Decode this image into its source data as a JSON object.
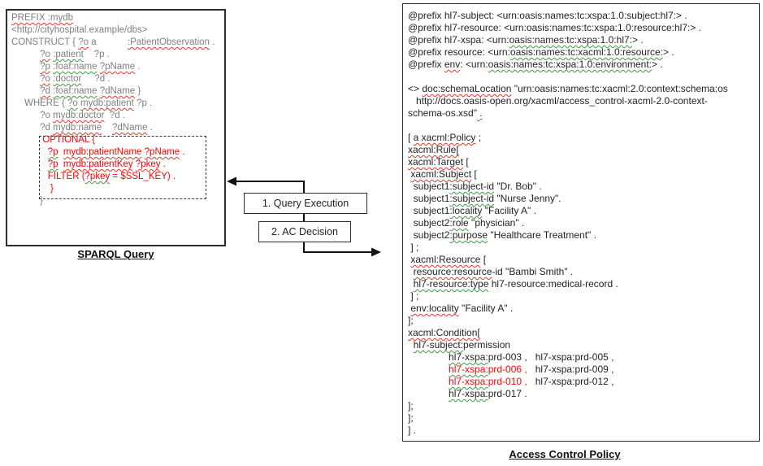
{
  "colors": {
    "code_gray": "#7f7f7f",
    "text_black": "#1f1f1f",
    "highlight_red": "#ff0000",
    "squiggle_red": "#dd3a2a",
    "squiggle_green": "#3f9b3f"
  },
  "left_panel": {
    "title": "SPARQL Query",
    "lines": [
      [
        {
          "t": "PREFIX :mydb",
          "s": "sr"
        }
      ],
      [
        {
          "t": "<http://cityhospital.example/dbs>"
        }
      ],
      [
        {
          "t": "CONSTRUCT { "
        },
        {
          "t": "?o",
          "s": "sr"
        },
        {
          "t": " a            "
        },
        {
          "t": ":PatientObservation",
          "s": "sr"
        },
        {
          "t": " ."
        }
      ],
      [
        {
          "t": "           "
        },
        {
          "t": "?o",
          "s": "sr"
        },
        {
          "t": " "
        },
        {
          "t": ":patient",
          "s": "sg"
        },
        {
          "t": "    ?p ."
        }
      ],
      [
        {
          "t": "           "
        },
        {
          "t": "?p",
          "s": "sr"
        },
        {
          "t": " "
        },
        {
          "t": ":foaf:name",
          "s": "sg"
        },
        {
          "t": " "
        },
        {
          "t": "?pName",
          "s": "sr"
        },
        {
          "t": " ."
        }
      ],
      [
        {
          "t": "           "
        },
        {
          "t": "?o",
          "s": "sr"
        },
        {
          "t": " "
        },
        {
          "t": ":doctor",
          "s": "sg"
        },
        {
          "t": "     ?d ."
        }
      ],
      [
        {
          "t": "           "
        },
        {
          "t": "?d",
          "s": "sr"
        },
        {
          "t": " "
        },
        {
          "t": ":foaf:name",
          "s": "sg"
        },
        {
          "t": " "
        },
        {
          "t": "?dName",
          "s": "sr"
        },
        {
          "t": " }"
        }
      ],
      [
        {
          "t": "     WHERE { "
        },
        {
          "t": "?o",
          "s": "sg"
        },
        {
          "t": " "
        },
        {
          "t": "mydb:patient",
          "s": "sr"
        },
        {
          "t": " ?p ."
        }
      ],
      [
        {
          "t": "           ?o "
        },
        {
          "t": "mydb:doctor",
          "s": "sr"
        },
        {
          "t": "  ?d ."
        }
      ],
      [
        {
          "t": "           ?d "
        },
        {
          "t": "mydb:name",
          "s": "sr"
        },
        {
          "t": "    "
        },
        {
          "t": "?dName",
          "s": "sr"
        },
        {
          "t": " ."
        }
      ],
      [
        {
          "t": "            "
        },
        {
          "t": "OPTIONAL {",
          "s": "red"
        }
      ],
      [
        {
          "t": "              "
        },
        {
          "t": "?p",
          "s": "red sg"
        },
        {
          "t": "  ",
          "s": "red"
        },
        {
          "t": "mydb:patientName",
          "s": "red sr"
        },
        {
          "t": " ",
          "s": "red"
        },
        {
          "t": "?pName",
          "s": "red sr"
        },
        {
          "t": " .",
          "s": "red"
        }
      ],
      [
        {
          "t": "              "
        },
        {
          "t": "?p",
          "s": "red sg"
        },
        {
          "t": "  ",
          "s": "red"
        },
        {
          "t": "mydb:patientKey",
          "s": "red sr"
        },
        {
          "t": " ",
          "s": "red"
        },
        {
          "t": "?pkey",
          "s": "red sr"
        },
        {
          "t": " .",
          "s": "red"
        }
      ],
      [
        {
          "t": "              "
        },
        {
          "t": "FILTER (",
          "s": "red"
        },
        {
          "t": "?pkey",
          "s": "red sg"
        },
        {
          "t": " = $SSL_KEY) .",
          "s": "red"
        }
      ],
      [
        {
          "t": "               "
        },
        {
          "t": "}",
          "s": "red"
        }
      ],
      [
        {
          "t": "           }"
        }
      ]
    ]
  },
  "flow": {
    "step1": "1. Query Execution",
    "step2": "2. AC Decision"
  },
  "right_panel": {
    "title": "Access Control Policy",
    "lines": [
      [
        {
          "t": "@prefix hl7-subject: <urn:oasis:names:tc:xspa:1.0:subject:hl7:> ."
        }
      ],
      [
        {
          "t": "@prefix hl7-resource: <urn:oasis:names:tc:xspa:1.0:resource:hl7:> ."
        }
      ],
      [
        {
          "t": "@prefix hl7-xspa: <urn:"
        },
        {
          "t": "oasis:names:tc:xspa:1.0:hl7:",
          "s": "sg"
        },
        {
          "t": "> ."
        }
      ],
      [
        {
          "t": "@prefix resource: <urn:"
        },
        {
          "t": "oasis:names:tc:xacml:1.0:resource:",
          "s": "sg"
        },
        {
          "t": "> ."
        }
      ],
      [
        {
          "t": "@prefix "
        },
        {
          "t": "env",
          "s": "sr"
        },
        {
          "t": ": <urn:"
        },
        {
          "t": "oasis:names:tc:xspa:1.0:environment:",
          "s": "sg"
        },
        {
          "t": "> ."
        }
      ],
      [],
      [
        {
          "t": "<> "
        },
        {
          "t": "doc:schemaLocation",
          "s": "sr"
        },
        {
          "t": " \"urn:oasis:names:tc:xacml:2.0:context:schema:os"
        }
      ],
      [
        {
          "t": "   http://docs.oasis-open.org/xacml/access_control-xacml-2.0-context-"
        }
      ],
      [
        {
          "t": "schema-os.xsd\""
        },
        {
          "t": " .",
          "s": "sg"
        }
      ],
      [],
      [
        {
          "t": "[ "
        },
        {
          "t": "a xacml:Policy",
          "s": "sr"
        },
        {
          "t": " ;"
        }
      ],
      [
        {
          "t": "xacml:Rule[",
          "s": "sr"
        }
      ],
      [
        {
          "t": "xacml:Target",
          "s": "sr"
        },
        {
          "t": " ["
        }
      ],
      [
        {
          "t": " "
        },
        {
          "t": "xacml:Subject",
          "s": "sr"
        },
        {
          "t": " ["
        }
      ],
      [
        {
          "t": "  subject1"
        },
        {
          "t": ":subject-id",
          "s": "sg"
        },
        {
          "t": " \"Dr. Bob\" ."
        }
      ],
      [
        {
          "t": "  subject1"
        },
        {
          "t": ":subject-id",
          "s": "sg"
        },
        {
          "t": " \"Nurse Jenny\"."
        }
      ],
      [
        {
          "t": "  subject1"
        },
        {
          "t": ":locality",
          "s": "sg"
        },
        {
          "t": " \"Facility A\" ."
        }
      ],
      [
        {
          "t": "  subject2"
        },
        {
          "t": ":role",
          "s": "sg"
        },
        {
          "t": " \"physician\" ."
        }
      ],
      [
        {
          "t": "  subject2"
        },
        {
          "t": ":purpose",
          "s": "sg"
        },
        {
          "t": " \"Healthcare Treatment\" ."
        }
      ],
      [
        {
          "t": " ] ;"
        }
      ],
      [
        {
          "t": " "
        },
        {
          "t": "xacml:Resource",
          "s": "sr"
        },
        {
          "t": " ["
        }
      ],
      [
        {
          "t": "  "
        },
        {
          "t": "resource:resource",
          "s": "sr"
        },
        {
          "t": "-id \"Bambi Smith\" ."
        }
      ],
      [
        {
          "t": "  "
        },
        {
          "t": "hl7-resource:type",
          "s": "sg"
        },
        {
          "t": " hl7-resource:medical-record ."
        }
      ],
      [
        {
          "t": " ] ;"
        }
      ],
      [
        {
          "t": " "
        },
        {
          "t": "env:locality",
          "s": "sr"
        },
        {
          "t": " \"Facility A\" ."
        }
      ],
      [
        {
          "t": "];"
        }
      ],
      [
        {
          "t": "xacml:Condition[",
          "s": "sr"
        }
      ],
      [
        {
          "t": "  "
        },
        {
          "t": "hl7-subject:",
          "s": "sg"
        },
        {
          "t": "permission"
        }
      ],
      [
        {
          "t": "               "
        },
        {
          "t": "hl7-xspa:",
          "s": "sg"
        },
        {
          "t": "prd-003 ,   hl7-xspa:prd-005 ,"
        }
      ],
      [
        {
          "t": "               "
        },
        {
          "t": "hl7-xspa:",
          "s": "red sg"
        },
        {
          "t": "prd-006 ,",
          "s": "red"
        },
        {
          "t": "   hl7-xspa:prd-009 ,"
        }
      ],
      [
        {
          "t": "               "
        },
        {
          "t": "hl7-xspa:",
          "s": "red sg"
        },
        {
          "t": "prd-010 ,",
          "s": "red"
        },
        {
          "t": "   hl7-xspa:prd-012 ,"
        }
      ],
      [
        {
          "t": "               "
        },
        {
          "t": "hl7-xspa:",
          "s": "sg"
        },
        {
          "t": "prd-017 ."
        }
      ],
      [
        {
          "t": "];"
        }
      ],
      [
        {
          "t": "];"
        }
      ],
      [
        {
          "t": "] ."
        }
      ]
    ]
  }
}
